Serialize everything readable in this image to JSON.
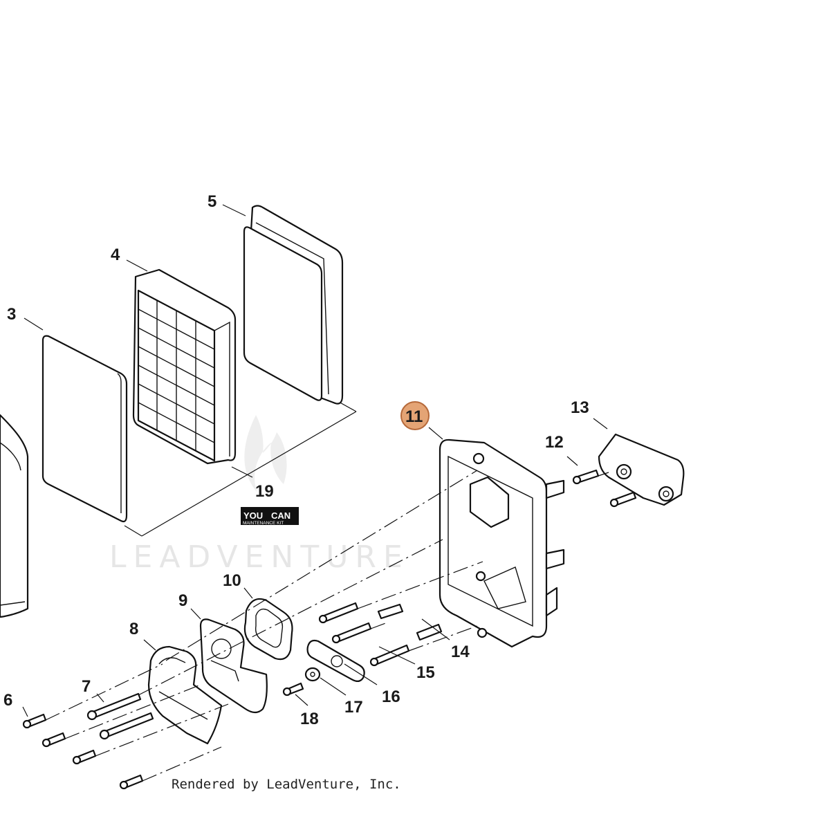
{
  "diagram": {
    "callouts": [
      "3",
      "4",
      "5",
      "6",
      "7",
      "8",
      "9",
      "10",
      "11",
      "12",
      "13",
      "14",
      "15",
      "16",
      "17",
      "18",
      "19"
    ],
    "highlighted_callout": "11",
    "highlight_color": "#e4a475",
    "kit_badge": {
      "line1": "YOU",
      "line2": "CAN",
      "line3": "MAINTENANCE KIT"
    },
    "watermark": "LEADVENTURE",
    "credit": "Rendered by LeadVenture, Inc."
  }
}
